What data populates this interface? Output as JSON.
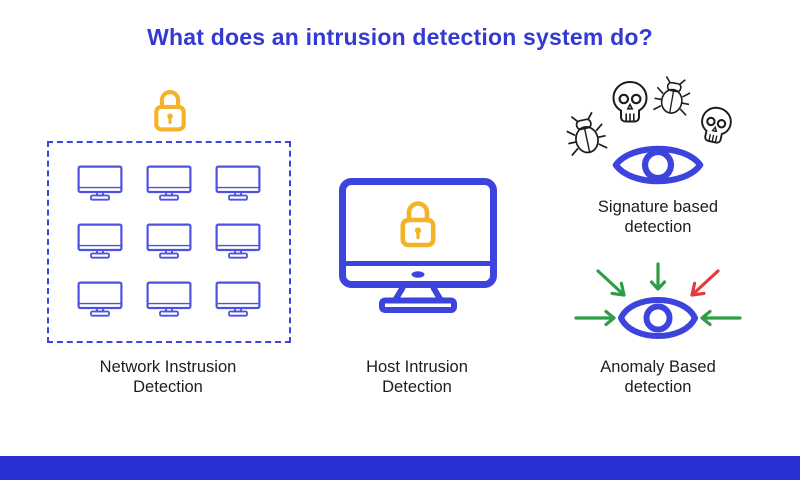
{
  "title": "What does an intrusion detection system do?",
  "colors": {
    "title-blue": "#3439d4",
    "icon-blue": "#3d43dd",
    "monitor-blue": "#4d52e0",
    "lock-yellow": "#f2b328",
    "arrow-green": "#2d9e45",
    "arrow-red": "#e23b3b",
    "ink": "#1d1d1d",
    "footer-blue": "#2a2fd2"
  },
  "sections": {
    "network": {
      "label": "Network Instrusion\nDetection",
      "lock_icon": "padlock-icon",
      "monitor_icon": "monitor-icon",
      "monitor_count": 9
    },
    "host": {
      "label": "Host Intrusion\nDetection",
      "icons": [
        "monitor-icon",
        "padlock-icon"
      ]
    },
    "signature": {
      "label": "Signature based\ndetection",
      "icons": [
        "bug-icon",
        "skull-icon",
        "bug-icon",
        "skull-icon",
        "eye-icon"
      ]
    },
    "anomaly": {
      "label": "Anomaly Based\ndetection",
      "icons": [
        "eye-icon",
        "arrow-icon"
      ],
      "green_arrow_count": 4,
      "red_arrow_count": 1
    }
  }
}
